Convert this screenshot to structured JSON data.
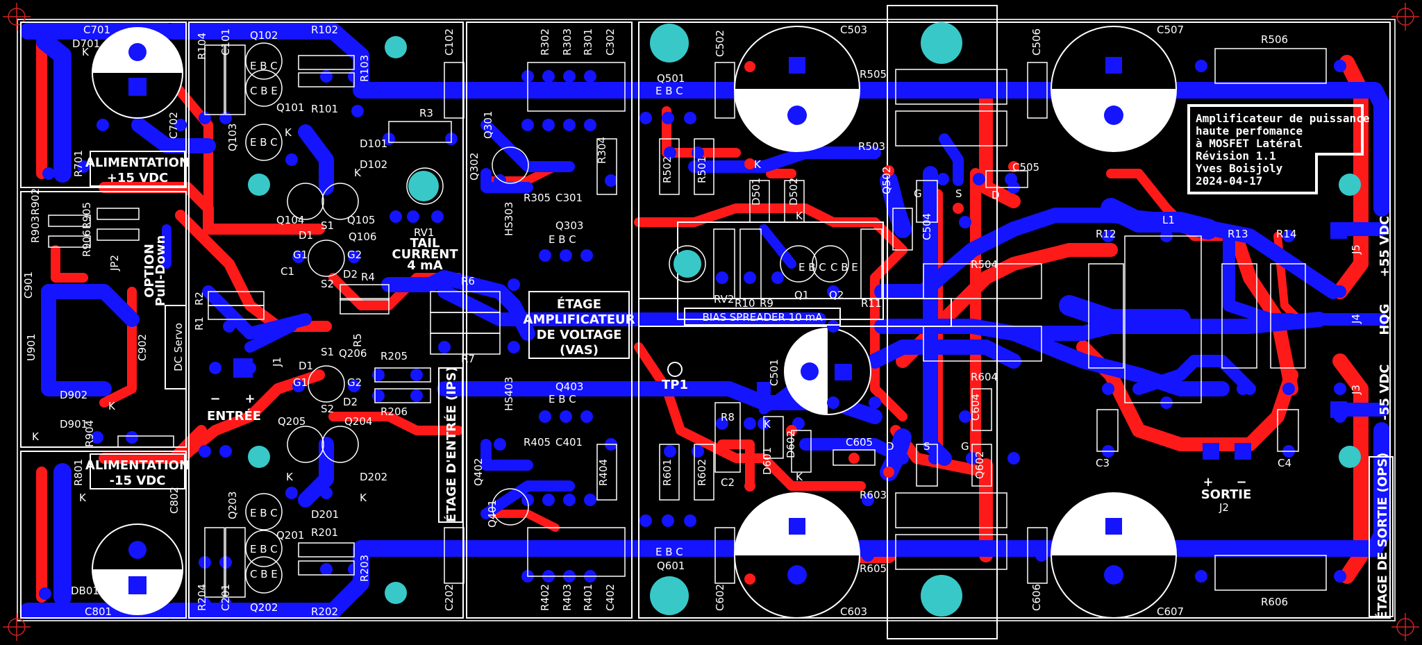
{
  "colors": {
    "background": "#000000",
    "back_copper": "#1414ff",
    "front_copper": "#ff1a1a",
    "silkscreen": "#ffffff",
    "mounting_hole": "#38c8c8"
  },
  "title_block": {
    "line1": "Amplificateur de puissance",
    "line2": "haute perfomance",
    "line3": "à MOSFET Latéral",
    "line4": "Révision 1.1",
    "line5": "Yves Boisjoly",
    "line6": "2024-04-17"
  },
  "sections": {
    "supply_pos": [
      "ALIMENTATION",
      "+15 VDC"
    ],
    "supply_neg": [
      "ALIMENTATION",
      "-15 VDC"
    ],
    "dc_servo": "DC Servo",
    "jp2_option": [
      "OPTION",
      "Pull-Down"
    ],
    "input": "ENTRÉE",
    "input_plus": "+",
    "input_minus": "−",
    "ips": "ÉTAGE D'ENTRÉE (IPS)",
    "vas": [
      "ÉTAGE",
      "AMPLIFICATEUR",
      "DE VOLTAGE",
      "(VAS)"
    ],
    "tail": [
      "TAIL",
      "CURRENT",
      "4 mA"
    ],
    "bias": "BIAS SPREADER 10 mA",
    "tp1": "TP1",
    "output_stage": "ÉTAGE DE SORTIE (OPS)",
    "output": "SORTIE",
    "output_plus": "+",
    "output_minus": "−",
    "rail_pos": "+55 VDC",
    "rail_gnd": "HQG",
    "rail_neg": "-55 VDC"
  },
  "refs": {
    "C701": "C701",
    "D701": "D701",
    "R701": "R701",
    "K": "K",
    "R104": "R104",
    "C101": "C101",
    "Q102": "Q102",
    "R102": "R102",
    "R103": "R103",
    "R101": "R101",
    "Q101": "Q101",
    "Q103": "Q103",
    "D101": "D101",
    "D102": "D102",
    "C702": "C702",
    "C102": "C102",
    "R3": "R3",
    "RV1": "RV1",
    "Q104": "Q104",
    "Q105": "Q105",
    "Q106": "Q106",
    "R902": "R902",
    "R903": "R903",
    "R905": "R905",
    "R906": "R906",
    "JP2": "JP2",
    "C901": "C901",
    "U901": "U901",
    "C902": "C902",
    "D902": "D902",
    "D901": "D901",
    "R904": "R904",
    "R2": "R2",
    "R1": "R1",
    "C1": "C1",
    "J1": "J1",
    "R4": "R4",
    "R5": "R5",
    "R6": "R6",
    "R7": "R7",
    "Q206": "Q206",
    "R205": "R205",
    "R206": "R206",
    "R801": "R801",
    "C802": "C802",
    "DB01": "DB01",
    "C801": "C801",
    "Q205": "Q205",
    "Q204": "Q204",
    "D202": "D202",
    "D201": "D201",
    "Q203": "Q203",
    "Q201": "Q201",
    "R201": "R201",
    "R203": "R203",
    "R204": "R204",
    "C201": "C201",
    "Q202": "Q202",
    "R202": "R202",
    "C202": "C202",
    "R302": "R302",
    "R303": "R303",
    "R301": "R301",
    "C302": "C302",
    "Q301": "Q301",
    "Q302": "Q302",
    "R304": "R304",
    "R305": "R305",
    "C301": "C301",
    "HS303": "HS303",
    "Q303": "Q303",
    "HS403": "HS403",
    "Q403": "Q403",
    "R405": "R405",
    "C401": "C401",
    "Q402": "Q402",
    "Q401": "Q401",
    "R404": "R404",
    "R402": "R402",
    "R403": "R403",
    "R401": "R401",
    "C402": "C402",
    "Q501": "Q501",
    "C502": "C502",
    "R502": "R502",
    "R501": "R501",
    "D501": "D501",
    "D502": "D502",
    "RV2": "RV2",
    "R10": "R10",
    "R9": "R9",
    "Q1": "Q1",
    "Q2": "Q2",
    "R11": "R11",
    "C503": "C503",
    "R505": "R505",
    "R503": "R503",
    "Q502": "Q502",
    "C504": "C504",
    "C505": "C505",
    "C506": "C506",
    "C507": "C507",
    "R506": "R506",
    "R504": "R504",
    "L1": "L1",
    "R12": "R12",
    "R13": "R13",
    "R14": "R14",
    "J5": "J5",
    "J4": "J4",
    "J3": "J3",
    "C501": "C501",
    "R604": "R604",
    "C604": "C604",
    "R8": "R8",
    "D601": "D601",
    "D602": "D602",
    "C2": "C2",
    "R601": "R601",
    "R602": "R602",
    "Q601": "Q601",
    "C602": "C602",
    "C605": "C605",
    "R603": "R603",
    "Q602": "Q602",
    "R605": "R605",
    "C603": "C603",
    "C606": "C606",
    "C607": "C607",
    "R606": "R606",
    "C3": "C3",
    "C4": "C4",
    "J2": "J2",
    "G": "G",
    "S": "S",
    "D": "D",
    "S1": "S1",
    "S2": "S2",
    "G1": "G1",
    "G2": "G2",
    "D1": "D1",
    "D2": "D2",
    "EBC": "E B C",
    "CBE": "C B E",
    "B": "B",
    "C": "C",
    "E": "E"
  }
}
